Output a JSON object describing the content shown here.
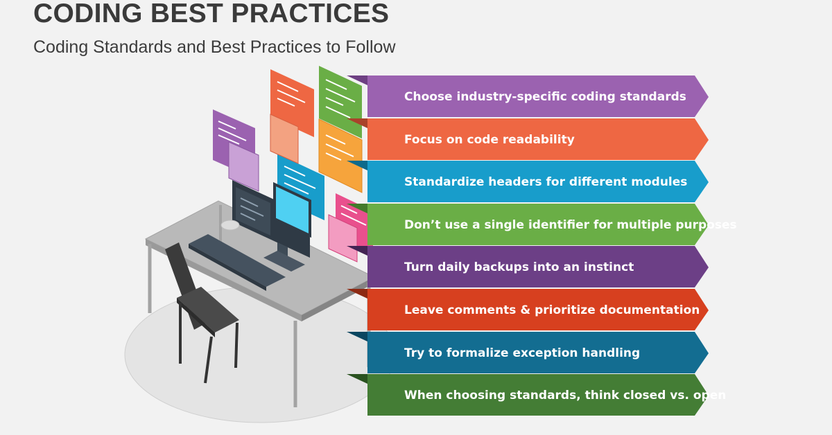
{
  "header": {
    "title": "CODING BEST PRACTICES",
    "subtitle": "Coding Standards and Best Practices to Follow"
  },
  "illustration": {
    "icon": "desk-computer-workstation-icon",
    "colors": {
      "floor": "#e4e4e4",
      "desk": "#b9b9b9",
      "chair": "#3b3b3b",
      "monitor_screen": "#4fd0f2",
      "keyboard": "#45525f"
    }
  },
  "practices": [
    {
      "label": "Choose industry-specific coding standards",
      "color": "#9b62b0",
      "fold": "#6e4083"
    },
    {
      "label": "Focus on code readability",
      "color": "#ee6743",
      "fold": "#a9432a"
    },
    {
      "label": "Standardize headers for different modules",
      "color": "#189dcb",
      "fold": "#0e6a8b"
    },
    {
      "label": "Don’t use a single identifier for multiple purposes",
      "color": "#6aae46",
      "fold": "#437a2b"
    },
    {
      "label": "Turn daily backups into an instinct",
      "color": "#6c3f86",
      "fold": "#442454"
    },
    {
      "label": "Leave comments & prioritize documentation",
      "color": "#d7401f",
      "fold": "#8d2a14"
    },
    {
      "label": "Try to formalize exception handling",
      "color": "#136d91",
      "fold": "#0a4660"
    },
    {
      "label": "When choosing standards, think closed vs. open",
      "color": "#447d35",
      "fold": "#2a5220"
    }
  ]
}
